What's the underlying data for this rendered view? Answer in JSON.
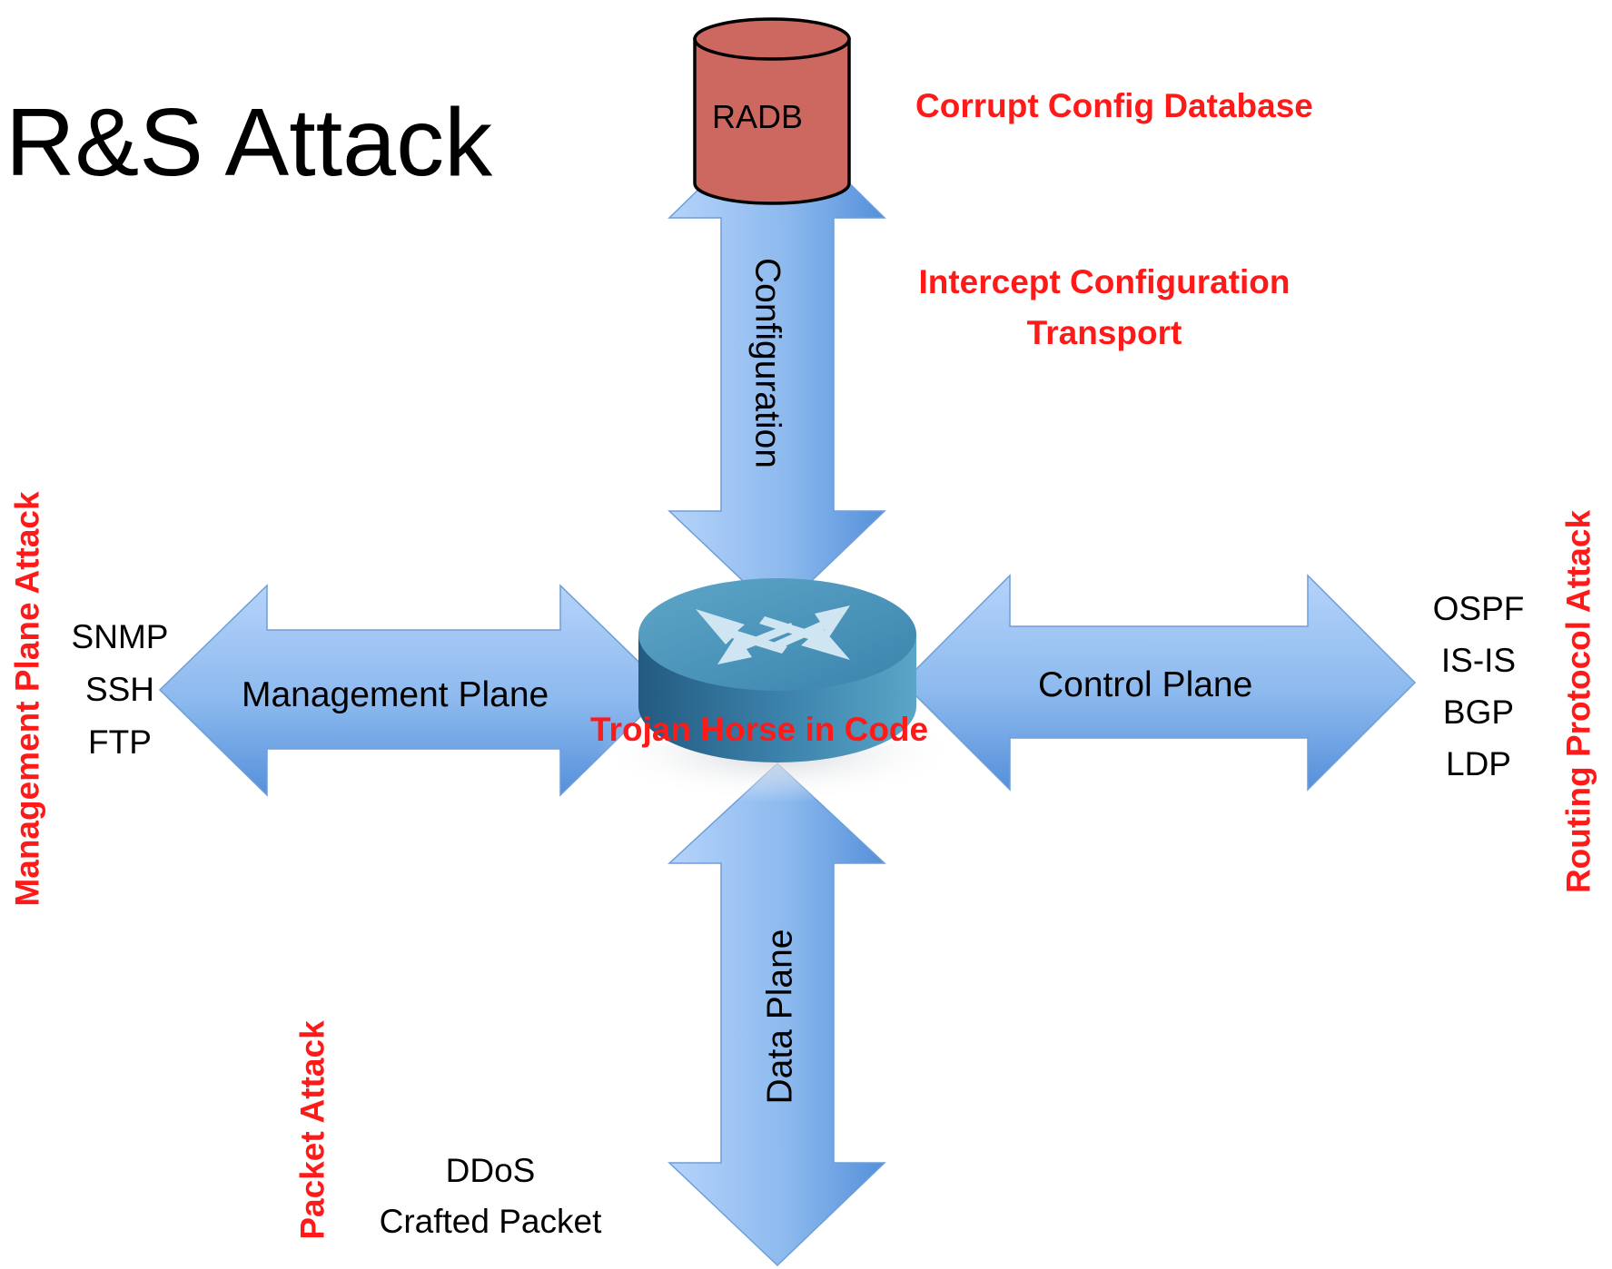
{
  "title": "R&S Attack",
  "database": {
    "label": "RADB"
  },
  "arrows": {
    "configuration": "Configuration",
    "management": "Management Plane",
    "control": "Control Plane",
    "data": "Data Plane"
  },
  "attacks": {
    "corrupt_config": "Corrupt Config Database",
    "intercept_line1": "Intercept Configuration",
    "intercept_line2": "Transport",
    "trojan": "Trojan Horse in Code",
    "management_plane": "Management Plane Attack",
    "routing_protocol": "Routing Protocol Attack",
    "packet": "Packet Attack"
  },
  "protocols": {
    "management": [
      "SNMP",
      "SSH",
      "FTP"
    ],
    "routing": [
      "OSPF",
      "IS-IS",
      "BGP",
      "LDP"
    ],
    "packet": [
      "DDoS",
      "Crafted Packet"
    ]
  },
  "colors": {
    "arrow_light": "#b5d3fa",
    "arrow_dark": "#5590da",
    "database_fill": "#cd6861",
    "router_top": "#3f8ab0",
    "router_side": "#2f6f98",
    "attack_text": "#ff1a1a"
  }
}
